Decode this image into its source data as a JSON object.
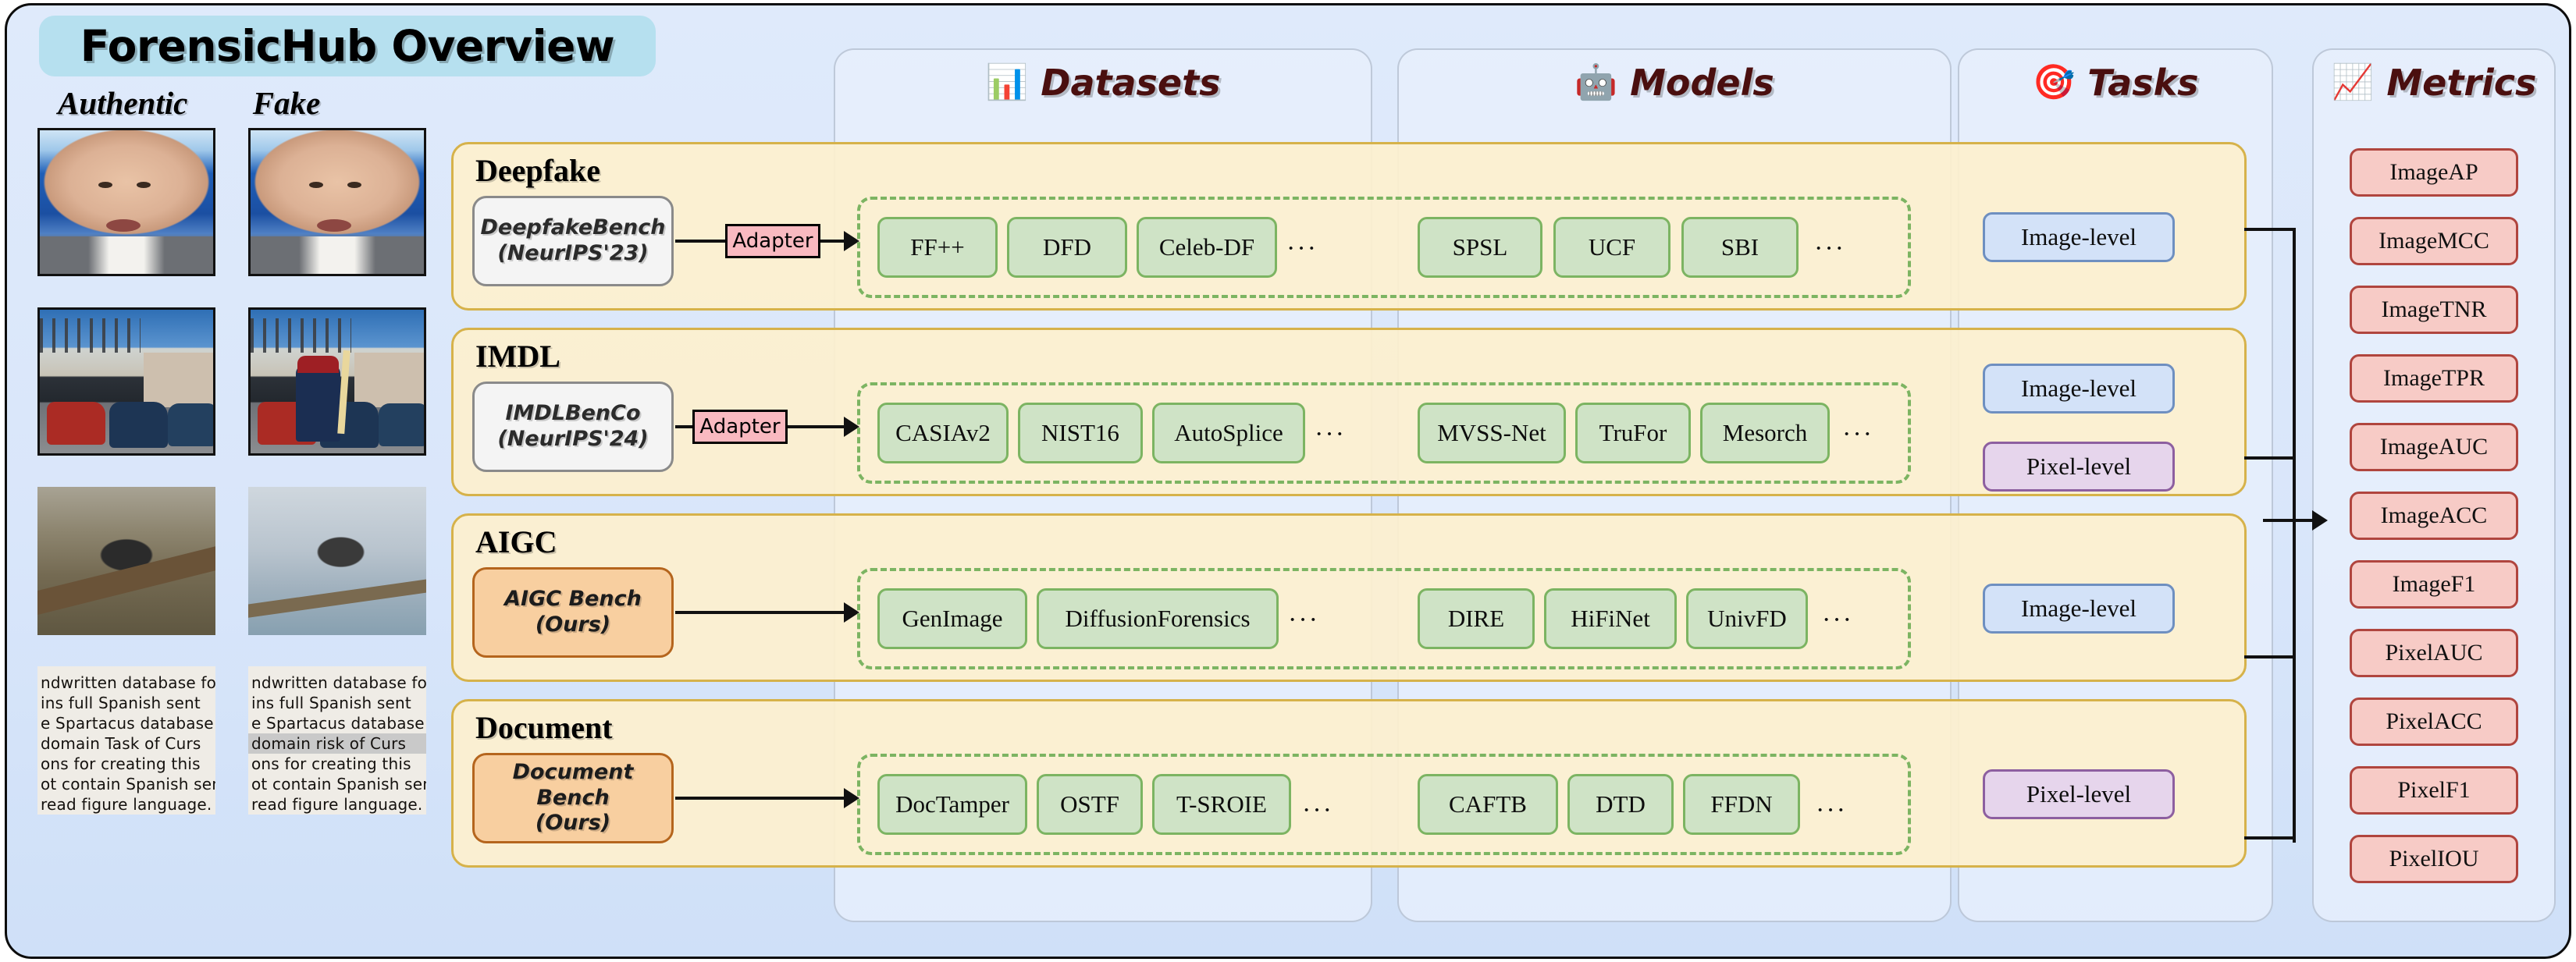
{
  "title": "ForensicHub Overview",
  "gallery": {
    "headers": [
      "Authentic",
      "Fake"
    ],
    "doc_lines_authentic": [
      "ndwritten database fo",
      "ins full Spanish sent",
      "e Spartacus database",
      "domain Task of Curs",
      "ons for creating this",
      "ot contain Spanish sen",
      "read figure language."
    ],
    "doc_lines_fake": [
      "ndwritten database fo",
      "ins full Spanish sent",
      "e Spartacus database",
      "domain risk of Curs",
      "ons for creating this",
      "ot contain Spanish sen",
      "read figure language."
    ]
  },
  "columns": [
    {
      "label": "Datasets",
      "icon": "bar-chart-icon",
      "emoji": "📊"
    },
    {
      "label": "Models",
      "icon": "robot-icon",
      "emoji": "🤖"
    },
    {
      "label": "Tasks",
      "icon": "dart-icon",
      "emoji": "🎯"
    },
    {
      "label": "Metrics",
      "icon": "chart-increasing-icon",
      "emoji": "📈"
    }
  ],
  "rows": [
    {
      "name": "Deepfake",
      "bench": "DeepfakeBench\n(NeurIPS'23)",
      "bench_line1": "DeepfakeBench",
      "bench_line2": "(NeurIPS'23)",
      "bench_style": "gray",
      "adapter": "Adapter",
      "has_adapter": true,
      "datasets": [
        "FF++",
        "DFD",
        "Celeb-DF"
      ],
      "datasets_more": "···",
      "models": [
        "SPSL",
        "UCF",
        "SBI"
      ],
      "models_more": "···",
      "tasks": [
        "Image-level"
      ]
    },
    {
      "name": "IMDL",
      "bench_line1": "IMDLBenCo",
      "bench_line2": "(NeurIPS'24)",
      "bench_style": "gray",
      "adapter": "Adapter",
      "has_adapter": true,
      "datasets": [
        "CASIAv2",
        "NIST16",
        "AutoSplice"
      ],
      "datasets_more": "···",
      "models": [
        "MVSS-Net",
        "TruFor",
        "Mesorch"
      ],
      "models_more": "···",
      "tasks": [
        "Image-level",
        "Pixel-level"
      ]
    },
    {
      "name": "AIGC",
      "bench_line1": "AIGC Bench",
      "bench_line2": "(Ours)",
      "bench_style": "orange",
      "adapter": "",
      "has_adapter": false,
      "datasets": [
        "GenImage",
        "DiffusionForensics"
      ],
      "datasets_more": "···",
      "models": [
        "DIRE",
        "HiFiNet",
        "UnivFD"
      ],
      "models_more": "···",
      "tasks": [
        "Image-level"
      ]
    },
    {
      "name": "Document",
      "bench_line1": "Document Bench",
      "bench_line2": "(Ours)",
      "bench_style": "orange",
      "adapter": "",
      "has_adapter": false,
      "datasets": [
        "DocTamper",
        "OSTF",
        "T-SROIE"
      ],
      "datasets_more": "···",
      "models": [
        "CAFTB",
        "DTD",
        "FFDN"
      ],
      "models_more": "···",
      "tasks": [
        "Pixel-level"
      ]
    }
  ],
  "metrics": [
    "ImageAP",
    "ImageMCC",
    "ImageTNR",
    "ImageTPR",
    "ImageAUC",
    "ImageACC",
    "ImageF1",
    "PixelAUC",
    "PixelACC",
    "PixelF1",
    "PixelIOU"
  ],
  "colors": {
    "page_bg": "#dbe8fb",
    "title_pill": "#b6e0ef",
    "row_bg": "#fdf0ce",
    "row_border": "#d6b24a",
    "column_panel": "#e8f0fc",
    "chip_bg": "#cfe3c6",
    "chip_border": "#7cb462",
    "task_image_bg": "#d3e2f8",
    "task_pixel_bg": "#e6d5ec",
    "metric_bg": "#f7cbc6",
    "metric_border": "#b0453e",
    "adapter_bg": "#f9b9c0",
    "header_text": "#4a0f0f"
  }
}
